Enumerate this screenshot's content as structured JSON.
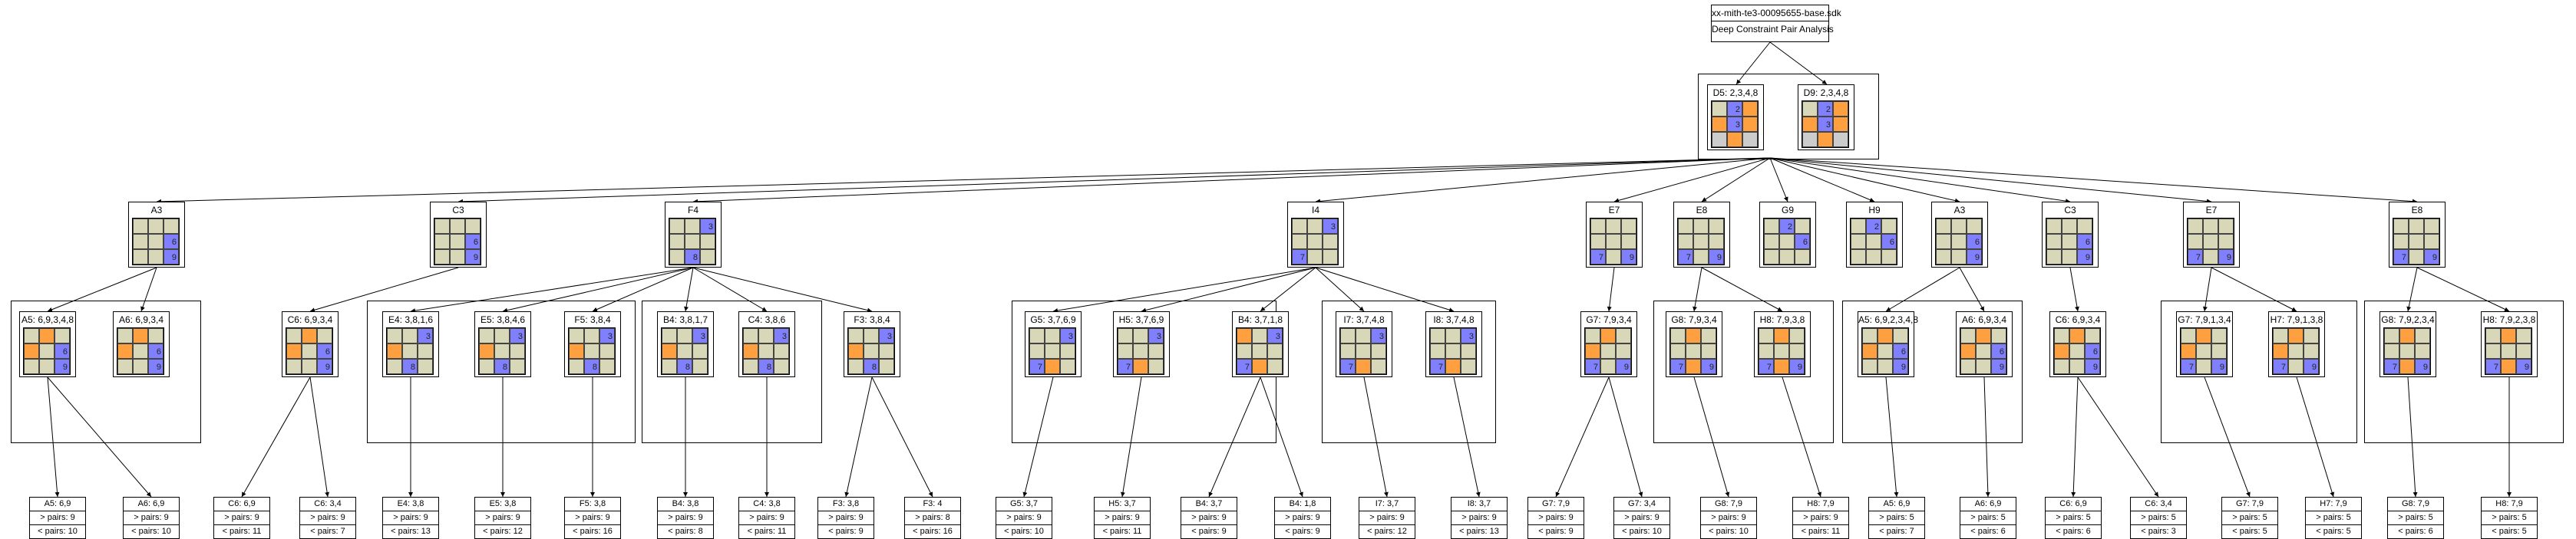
{
  "header": {
    "file": "xx-mith-te3-00095655-base.sdk",
    "subtitle": "Deep Constraint Pair Analysis"
  },
  "top_nodes": [
    {
      "label": "D5: 2,3,4,8"
    },
    {
      "label": "D9: 2,3,4,8"
    }
  ],
  "level1": [
    "A3",
    "C3",
    "F4",
    "I4",
    "E7",
    "E8",
    "G9",
    "H9",
    "A3",
    "C3",
    "E7",
    "E8"
  ],
  "level2": [
    "A5: 6,9,3,4,8",
    "A6: 6,9,3,4",
    "C6: 6,9,3,4",
    "E4: 3,8,1,6",
    "E5: 3,8,4,6",
    "F5: 3,8,4",
    "B4: 3,8,1,7",
    "C4: 3,8,6",
    "F3: 3,8,4",
    "G5: 3,7,6,9",
    "H5: 3,7,6,9",
    "B4: 3,7,1,8",
    "I7: 3,7,4,8",
    "I8: 3,7,4,8",
    "G7: 7,9,3,4",
    "G8: 7,9,3,4",
    "H8: 7,9,3,8",
    "A5: 6,9,2,3,4,8",
    "A6: 6,9,3,4",
    "C6: 6,9,3,4",
    "G7: 7,9,1,3,4",
    "H7: 7,9,1,3,8",
    "G8: 7,9,2,3,4",
    "H8: 7,9,2,3,8"
  ],
  "leaves": [
    {
      "title": "A5: 6,9",
      "gt": "> pairs: 9",
      "lt": "< pairs: 10"
    },
    {
      "title": "A6: 6,9",
      "gt": "> pairs: 9",
      "lt": "< pairs: 10"
    },
    {
      "title": "C6: 6,9",
      "gt": "> pairs: 9",
      "lt": "< pairs: 11"
    },
    {
      "title": "C6: 3,4",
      "gt": "> pairs: 9",
      "lt": "< pairs: 7"
    },
    {
      "title": "E4: 3,8",
      "gt": "> pairs: 9",
      "lt": "< pairs: 13"
    },
    {
      "title": "E5: 3,8",
      "gt": "> pairs: 9",
      "lt": "< pairs: 12"
    },
    {
      "title": "F5: 3,8",
      "gt": "> pairs: 9",
      "lt": "< pairs: 16"
    },
    {
      "title": "B4: 3,8",
      "gt": "> pairs: 9",
      "lt": "< pairs: 8"
    },
    {
      "title": "C4: 3,8",
      "gt": "> pairs: 9",
      "lt": "< pairs: 11"
    },
    {
      "title": "F3: 3,8",
      "gt": "> pairs: 9",
      "lt": "< pairs: 9"
    },
    {
      "title": "F3: 4",
      "gt": "> pairs: 8",
      "lt": "< pairs: 16"
    },
    {
      "title": "G5: 3,7",
      "gt": "> pairs: 9",
      "lt": "< pairs: 10"
    },
    {
      "title": "H5: 3,7",
      "gt": "> pairs: 9",
      "lt": "< pairs: 11"
    },
    {
      "title": "B4: 3,7",
      "gt": "> pairs: 9",
      "lt": "< pairs: 9"
    },
    {
      "title": "B4: 1,8",
      "gt": "> pairs: 9",
      "lt": "< pairs: 9"
    },
    {
      "title": "I7: 3,7",
      "gt": "> pairs: 9",
      "lt": "< pairs: 12"
    },
    {
      "title": "I8: 3,7",
      "gt": "> pairs: 9",
      "lt": "< pairs: 13"
    },
    {
      "title": "G7: 7,9",
      "gt": "> pairs: 9",
      "lt": "< pairs: 9"
    },
    {
      "title": "G7: 3,4",
      "gt": "> pairs: 9",
      "lt": "< pairs: 10"
    },
    {
      "title": "G8: 7,9",
      "gt": "> pairs: 9",
      "lt": "< pairs: 10"
    },
    {
      "title": "H8: 7,9",
      "gt": "> pairs: 9",
      "lt": "< pairs: 11"
    },
    {
      "title": "A5: 6,9",
      "gt": "> pairs: 5",
      "lt": "< pairs: 7"
    },
    {
      "title": "A6: 6,9",
      "gt": "> pairs: 5",
      "lt": "< pairs: 6"
    },
    {
      "title": "C6: 6,9",
      "gt": "> pairs: 5",
      "lt": "< pairs: 6"
    },
    {
      "title": "C6: 3,4",
      "gt": "> pairs: 5",
      "lt": "< pairs: 3"
    },
    {
      "title": "G7: 7,9",
      "gt": "> pairs: 5",
      "lt": "< pairs: 5"
    },
    {
      "title": "H7: 7,9",
      "gt": "> pairs: 5",
      "lt": "< pairs: 5"
    },
    {
      "title": "G8: 7,9",
      "gt": "> pairs: 5",
      "lt": "< pairs: 6"
    },
    {
      "title": "H8: 7,9",
      "gt": "> pairs: 5",
      "lt": "< pairs: 5"
    }
  ],
  "cell_digits": [
    "2",
    "3",
    "6",
    "7",
    "8",
    "9"
  ],
  "colors": {
    "orange": "#ffa040",
    "blue": "#8080ff",
    "tan": "#d8d8b8",
    "gray": "#cccccc"
  }
}
